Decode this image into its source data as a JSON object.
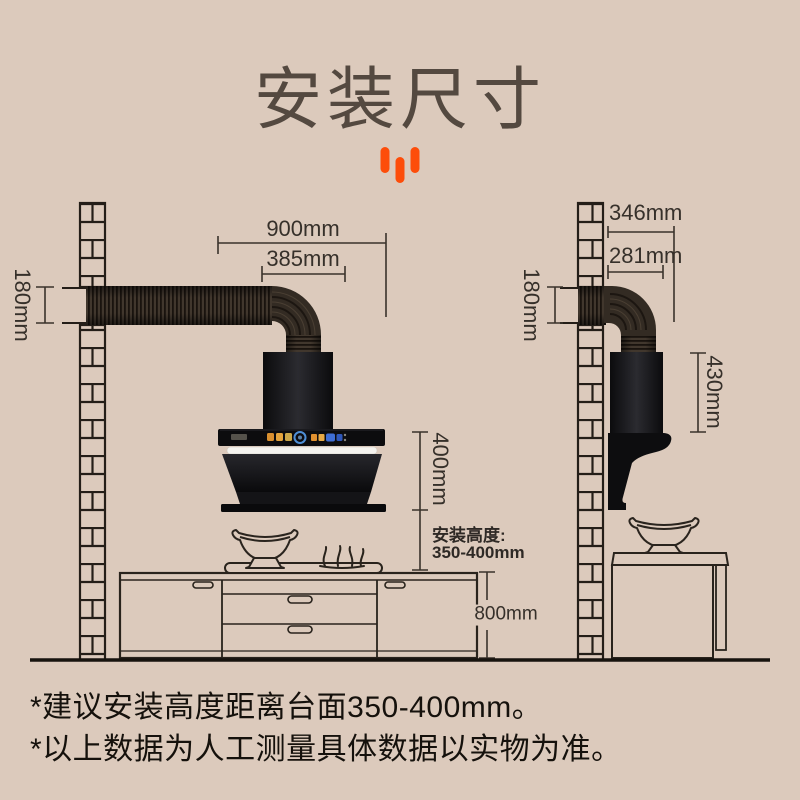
{
  "colors": {
    "background": "#dccabc",
    "accent_orange": "#fd4d0a",
    "title_brown": "#544940",
    "dimension_ink": "#36302a",
    "hood_black": "#0d0d10",
    "light_strip": "#f4f3ef"
  },
  "header": {
    "title": "安装尺寸"
  },
  "front_view": {
    "dims": {
      "duct_height": "180mm",
      "hood_width": "900mm",
      "outlet_width": "385mm",
      "hood_height": "400mm",
      "install_height_label": "安装高度:",
      "install_height_range": "350-400mm",
      "counter_height": "800mm"
    }
  },
  "side_view": {
    "dims": {
      "duct_height": "180mm",
      "total_depth": "346mm",
      "duct_depth": "281mm",
      "hood_height": "430mm"
    }
  },
  "footnotes": {
    "line1": "*建议安装高度距离台面350-400mm。",
    "line2": "*以上数据为人工测量具体数据以实物为准。"
  }
}
